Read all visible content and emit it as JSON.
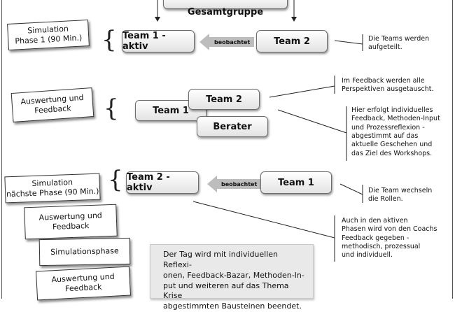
{
  "header": {
    "top_box": "Gesamtgruppe"
  },
  "row1": {
    "label": "Simulation\nPhase 1 (90 Min.)",
    "active_team": "Team 1 - aktiv",
    "arrow_label": "beobachtet",
    "observer_team": "Team 2",
    "note": "Die Teams werden\naufgeteilt."
  },
  "row2": {
    "label": "Auswertung und\nFeedback",
    "team_a": "Team 1",
    "team_b": "Team 2",
    "team_c": "Berater",
    "note_top": "Im Feedback werden alle\nPerspektiven ausgetauscht.",
    "note_bottom": "Hier erfolgt individuelles\nFeedback, Methoden-Input\nund Prozessreflexion -\nabgestimmt auf das\naktuelle Geschehen und\ndas Ziel des Workshops."
  },
  "row3": {
    "label": "Simulation\nnächste Phase (90 Min.)",
    "active_team": "Team 2 - aktiv",
    "arrow_label": "beobachtet",
    "observer_team": "Team 1",
    "note": "Die Team wechseln\ndie Rollen."
  },
  "stack": {
    "card1": "Auswertung und\nFeedback",
    "card2": "Simulationsphase",
    "card3": "Auswertung und\nFeedback"
  },
  "coach_note": "Auch in den aktiven\nPhasen wird von den Coachs\nFeedback gegeben -\nmethodisch, prozessual\nund individuell.",
  "summary": "Der Tag wird mit individuellen Reflexi-\nonen, Feedback-Bazar, Methoden-In-\nput und weiteren auf das Thema Krise\nabgestimmten Bausteinen beendet."
}
